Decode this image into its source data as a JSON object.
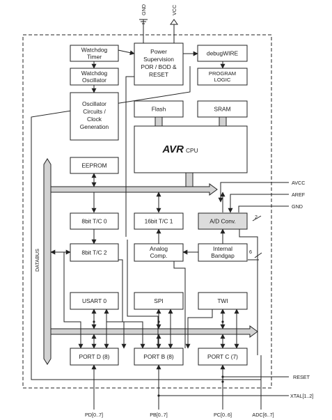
{
  "supply": {
    "gnd": "GND",
    "vcc": "VCC"
  },
  "blocks": {
    "watchdog_timer": [
      "Watchdog",
      "Timer"
    ],
    "watchdog_oscillator": [
      "Watchdog",
      "Oscillator"
    ],
    "oscillator_circuits": [
      "Oscillator",
      "Circuits /",
      "Clock",
      "Generation"
    ],
    "power_supervision": [
      "Power",
      "Supervision",
      "POR / BOD &",
      "RESET"
    ],
    "debugwire": [
      "debugWIRE"
    ],
    "program_logic": [
      "PROGRAM",
      "LOGIC"
    ],
    "flash": [
      "Flash"
    ],
    "sram": [
      "SRAM"
    ],
    "cpu": {
      "logo": "AVR",
      "label": "CPU"
    },
    "eeprom": [
      "EEPROM"
    ],
    "tc0": [
      "8bit T/C 0"
    ],
    "tc1": [
      "16bit T/C 1"
    ],
    "adc": [
      "A/D Conv."
    ],
    "tc2": [
      "8bit T/C 2"
    ],
    "analog_comp": [
      "Analog",
      "Comp."
    ],
    "bandgap": [
      "Internal",
      "Bandgap"
    ],
    "usart": [
      "USART 0"
    ],
    "spi": [
      "SPI"
    ],
    "twi": [
      "TWI"
    ],
    "port_d": [
      "PORT D (8)"
    ],
    "port_b": [
      "PORT B (8)"
    ],
    "port_c": [
      "PORT C (7)"
    ]
  },
  "bus_label": "DATABUS",
  "analog_pins": {
    "avcc": "AVCC",
    "aref": "AREF",
    "gnd": "GND"
  },
  "bus_widths": {
    "two": "2",
    "six": "6"
  },
  "external_pins": {
    "reset": "RESET",
    "xtal": "XTAL[1..2]"
  },
  "port_pins": {
    "pd": "PD[0..7]",
    "pb": "PB[0..7]",
    "pc": "PC[0..6]",
    "adc": "ADC[6..7]"
  },
  "colors": {
    "bus_fill": "#d2d2d2",
    "adc_fill": "#dcdcdc",
    "line": "#222222",
    "background": "#ffffff"
  }
}
